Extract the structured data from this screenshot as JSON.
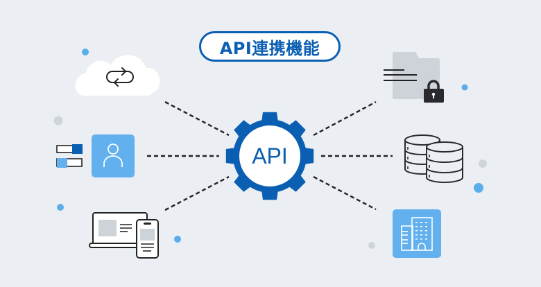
{
  "title": "API連携機能",
  "hub": {
    "label": "API",
    "icon": "gear-icon"
  },
  "colors": {
    "background": "#ebeff3",
    "primary": "#0b5fb3",
    "accent_light": "#62b0ee",
    "dot_blue": "#5aaeea",
    "dot_gray": "#cfd4d9",
    "icon_stroke": "#2a2a2e",
    "placeholder_gray": "#cdd3d9"
  },
  "nodes": [
    {
      "id": "cloud-sync",
      "icon": "cloud-sync-icon",
      "position": "top-left"
    },
    {
      "id": "user-settings",
      "icon": "user-toggle-icon",
      "position": "middle-left"
    },
    {
      "id": "devices",
      "icon": "laptop-phone-icon",
      "position": "bottom-left"
    },
    {
      "id": "secure-document",
      "icon": "locked-folder-icon",
      "position": "top-right"
    },
    {
      "id": "database",
      "icon": "database-icon",
      "position": "middle-right"
    },
    {
      "id": "company",
      "icon": "building-icon",
      "position": "bottom-right"
    }
  ],
  "connections": [
    {
      "from": "hub",
      "to": "cloud-sync",
      "style": "dashed"
    },
    {
      "from": "hub",
      "to": "user-settings",
      "style": "dashed"
    },
    {
      "from": "hub",
      "to": "devices",
      "style": "dashed"
    },
    {
      "from": "hub",
      "to": "secure-document",
      "style": "dashed"
    },
    {
      "from": "hub",
      "to": "database",
      "style": "dashed"
    },
    {
      "from": "hub",
      "to": "company",
      "style": "dashed"
    }
  ]
}
